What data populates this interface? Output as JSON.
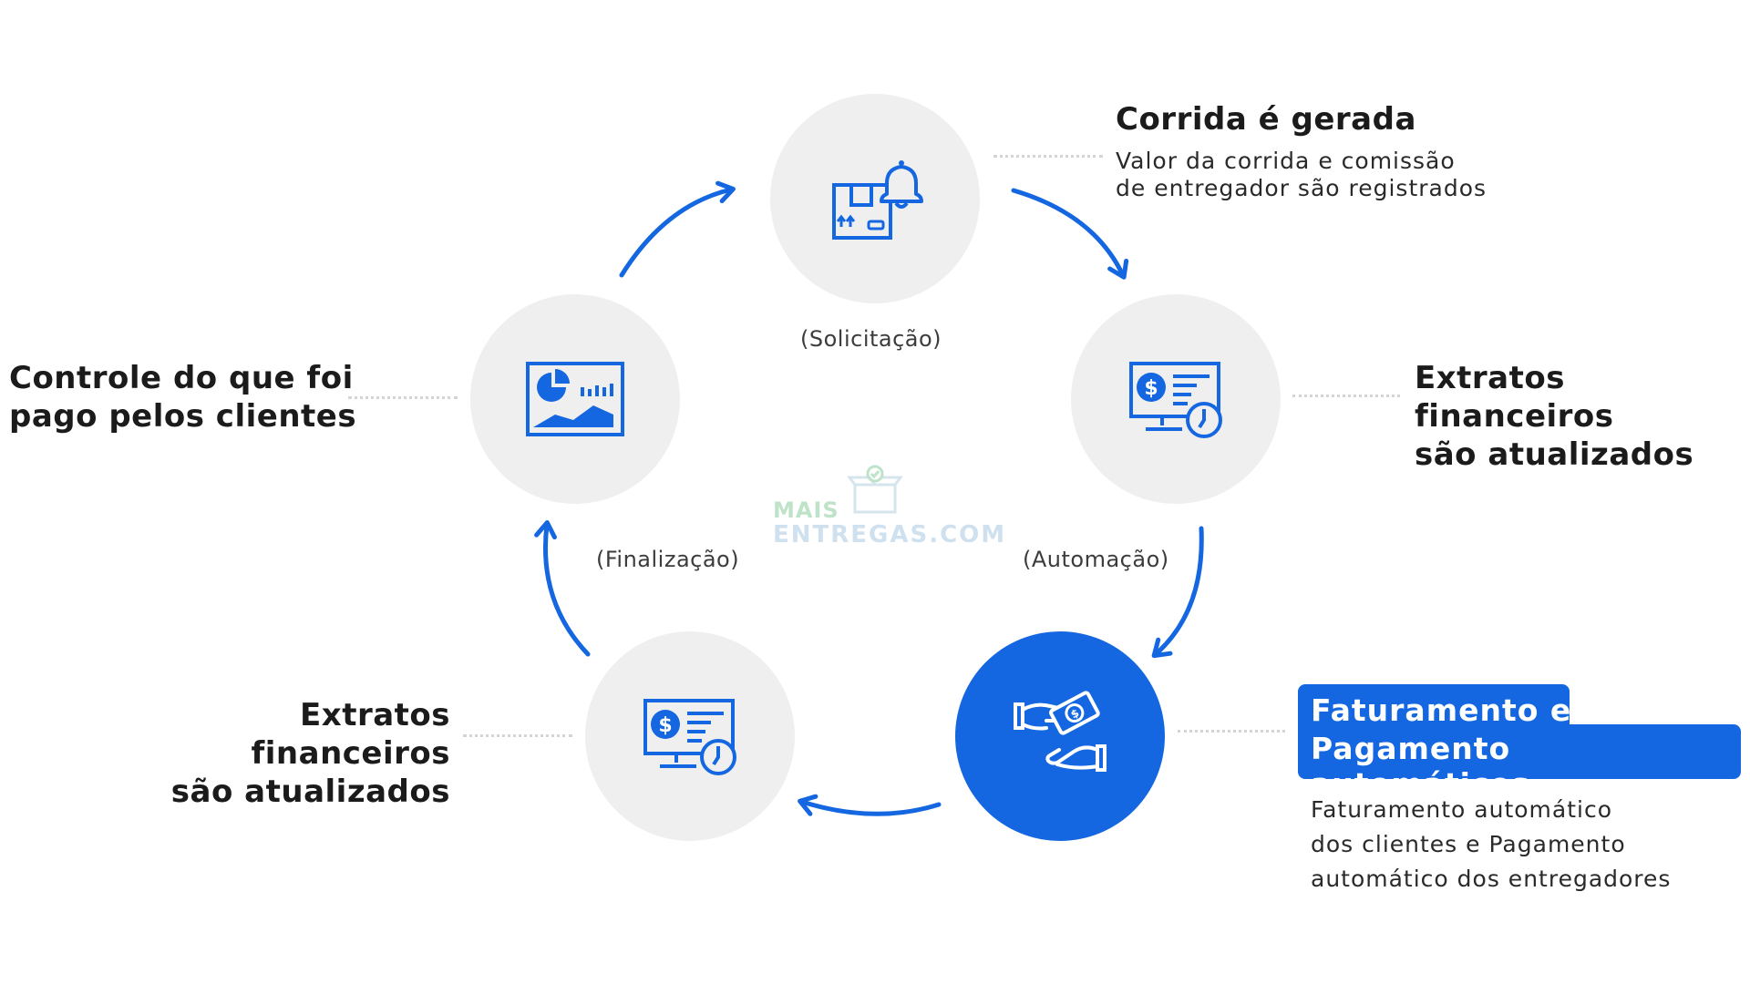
{
  "steps": {
    "top": {
      "title": "Corrida é gerada",
      "description": [
        "Valor da corrida e comissão",
        "de entregador são registrados"
      ],
      "phase": "(Solicitação)",
      "icon": "box-bell-icon"
    },
    "right": {
      "title": [
        "Extratos financeiros",
        "são atualizados"
      ],
      "icon": "monitor-dollar-clock-icon"
    },
    "bottom_right": {
      "title": [
        "Faturamento e",
        "Pagamento automáticos"
      ],
      "description": [
        "Faturamento automático",
        "dos clientes e Pagamento",
        "automático dos entregadores"
      ],
      "phase": "(Automação)",
      "icon": "hands-money-icon"
    },
    "bottom_left": {
      "title": [
        "Extratos financeiros",
        "são atualizados"
      ],
      "phase": "(Finalização)",
      "icon": "monitor-dollar-clock-icon"
    },
    "left": {
      "title": [
        "Controle do que foi",
        "pago pelos clientes"
      ],
      "icon": "dashboard-chart-icon"
    }
  },
  "watermark": {
    "line1": "MAIS",
    "line2": "ENTREGAS.COM"
  },
  "colors": {
    "accent": "#1467e0",
    "circle": "#efefef",
    "text": "#1b1b1b"
  }
}
